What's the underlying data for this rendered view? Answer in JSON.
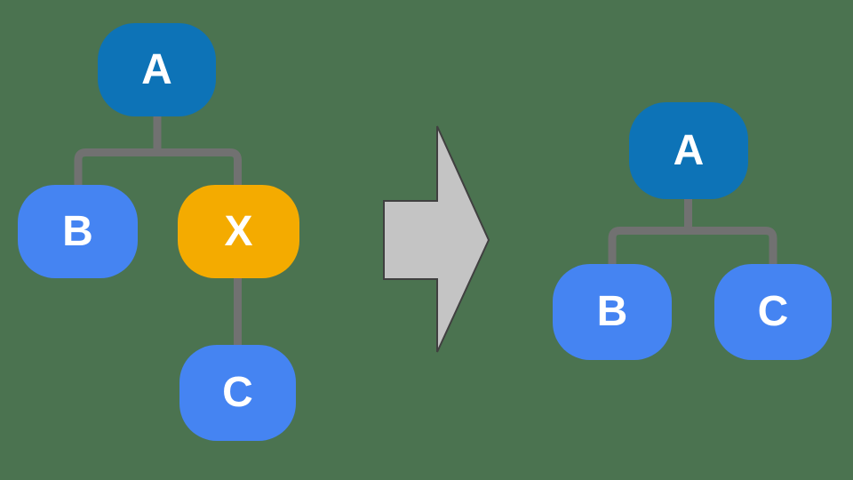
{
  "colors": {
    "background": "#4B7350",
    "root_node": "#0D73B7",
    "child_node": "#4584F2",
    "highlight_node": "#F4AB00",
    "connector": "#717171",
    "arrow_fill": "#C4C4C4",
    "arrow_stroke": "#404040",
    "node_text": "#FFFFFF"
  },
  "arrow": {
    "icon": "right-block-arrow"
  },
  "trees": {
    "before": {
      "nodes": {
        "a": {
          "label": "A"
        },
        "b": {
          "label": "B"
        },
        "x": {
          "label": "X"
        },
        "c": {
          "label": "C"
        }
      }
    },
    "after": {
      "nodes": {
        "a": {
          "label": "A"
        },
        "b": {
          "label": "B"
        },
        "c": {
          "label": "C"
        }
      }
    }
  }
}
